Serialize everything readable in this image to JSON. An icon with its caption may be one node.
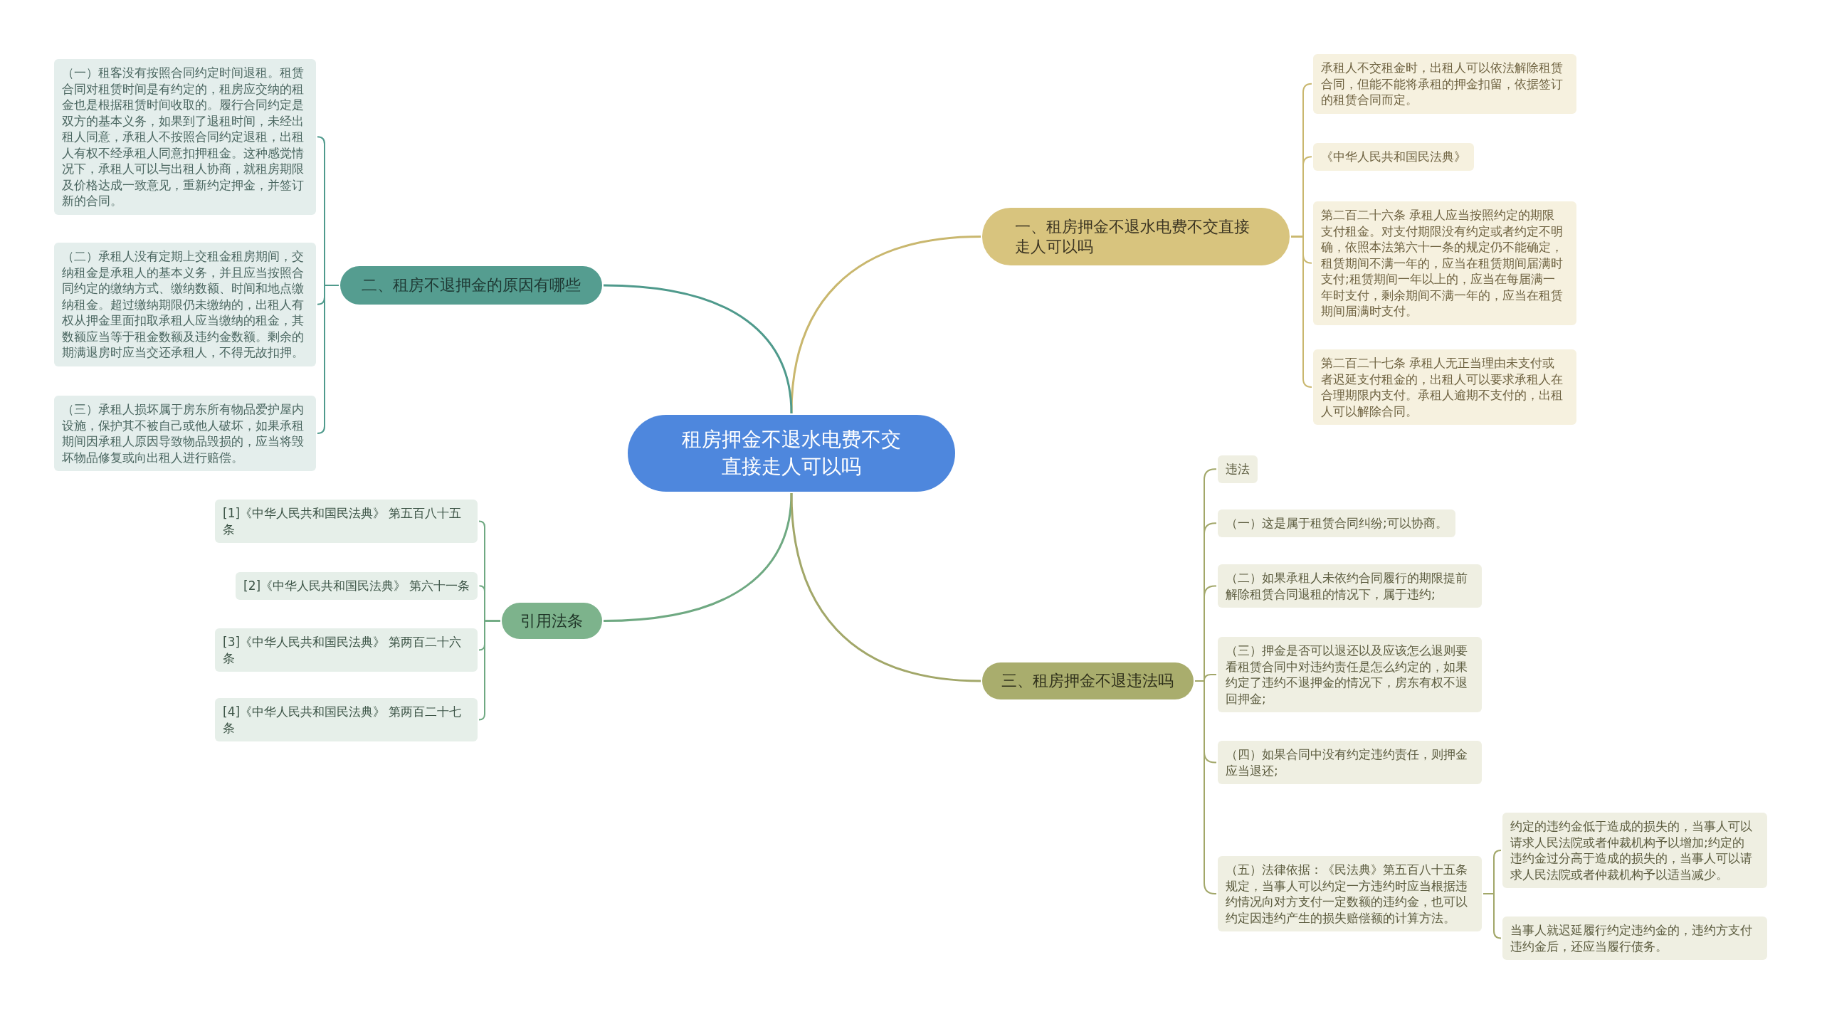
{
  "diagram": {
    "nodes": [
      {
        "text": [
          "租房押金不退水电费不交直接走人可以吗"
        ]
      },
      {
        "text": [
          "一、租房押金不退水电费不交直接走人可以吗"
        ]
      },
      {
        "text": [
          "承租人不交租金时，出租人可以依法解除租赁合同，但能不能将承租的押金扣留，依据签订的租赁合同而定。"
        ]
      },
      {
        "text": [
          "《中华人民共和国民法典》"
        ]
      },
      {
        "text": [
          "第二百二十六条 承租人应当按照约定的期限支付租金。对支付期限没有约定或者约定不明确，依照本法第六十一条的规定仍不能确定，租赁期间不满一年的，应当在租赁期间届满时支付;租赁期间一年以上的，应当在每届满一年时支付，剩余期间不满一年的，应当在租赁期间届满时支付。"
        ]
      },
      {
        "text": [
          "第二百二十七条 承租人无正当理由未支付或者迟延支付租金的，出租人可以要求承租人在合理期限内支付。承租人逾期不支付的，出租人可以解除合同。"
        ]
      },
      {
        "text": [
          "二、租房不退押金的原因有哪些"
        ]
      },
      {
        "text": [
          "（一）租客没有按照合同约定时间退租。租赁合同对租赁时间是有约定的，租房应交纳的租金也是根据租赁时间收取的。履行合同约定是双方的基本义务，如果到了退租时间，未经出租人同意，承租人不按照合同约定退租，出租人有权不经承租人同意扣押租金。这种感觉情况下，承租人可以与出租人协商，就租房期限及价格达成一致意见，重新约定押金，并签订新的合同。"
        ]
      },
      {
        "text": [
          "（二）承租人没有定期上交租金租房期间，交纳租金是承租人的基本义务，并且应当按照合同约定的缴纳方式、缴纳数额、时间和地点缴纳租金。超过缴纳期限仍未缴纳的，出租人有权从押金里面扣取承租人应当缴纳的租金，其数额应当等于租金数额及违约金数额。剩余的期满退房时应当交还承租人，不得无故扣押。"
        ]
      },
      {
        "text": [
          "（三）承租人损坏属于房东所有物品爱护屋内设施，保护其不被自己或他人破坏，如果承租期间因承租人原因导致物品毁损的，应当将毁坏物品修复或向出租人进行赔偿。"
        ]
      },
      {
        "text": [
          "引用法条"
        ]
      },
      {
        "text": [
          "[1]《中华人民共和国民法典》 第五百八十五条"
        ]
      },
      {
        "text": [
          "[2]《中华人民共和国民法典》 第六十一条"
        ]
      },
      {
        "text": [
          "[3]《中华人民共和国民法典》 第两百二十六条"
        ]
      },
      {
        "text": [
          "[4]《中华人民共和国民法典》 第两百二十七条"
        ]
      },
      {
        "text": [
          "三、租房押金不退违法吗"
        ]
      },
      {
        "text": [
          "违法"
        ]
      },
      {
        "text": [
          "（一）这是属于租赁合同纠纷;可以协商。"
        ]
      },
      {
        "text": [
          "（二）如果承租人未依约合同履行的期限提前解除租赁合同退租的情况下，属于违约;"
        ]
      },
      {
        "text": [
          "（三）押金是否可以退还以及应该怎么退则要看租赁合同中对违约责任是怎么约定的，如果约定了违约不退押金的情况下，房东有权不退回押金;"
        ]
      },
      {
        "text": [
          "（四）如果合同中没有约定违约责任，则押金应当退还;"
        ]
      },
      {
        "text": [
          "（五）法律依据：《民法典》第五百八十五条规定，当事人可以约定一方违约时应当根据违约情况向对方支付一定数额的违约金，也可以约定因违约产生的损失赔偿额的计算方法。"
        ]
      },
      {
        "text": [
          "约定的违约金低于造成的损失的，当事人可以请求人民法院或者仲裁机构予以增加;约定的违约金过分高于造成的损失的，当事人可以请求人民法院或者仲裁机构予以适当减少。"
        ]
      },
      {
        "text": [
          "当事人就迟延履行约定违约金的，违约方支付违约金后，还应当履行债务。"
        ]
      }
    ],
    "edges": [
      {
        "from": 0,
        "to": 1,
        "arrow": "none",
        "color": "#c9b76e"
      },
      {
        "from": 1,
        "to": 2,
        "arrow": "none",
        "color": "#c9b76e"
      },
      {
        "from": 1,
        "to": 3,
        "arrow": "none",
        "color": "#c9b76e"
      },
      {
        "from": 1,
        "to": 4,
        "arrow": "none",
        "color": "#c9b76e"
      },
      {
        "from": 1,
        "to": 5,
        "arrow": "none",
        "color": "#c9b76e"
      },
      {
        "from": 0,
        "to": 6,
        "arrow": "none",
        "color": "#4f9a8c"
      },
      {
        "from": 6,
        "to": 7,
        "arrow": "none",
        "color": "#4f9a8c"
      },
      {
        "from": 6,
        "to": 8,
        "arrow": "none",
        "color": "#4f9a8c"
      },
      {
        "from": 6,
        "to": 9,
        "arrow": "none",
        "color": "#4f9a8c"
      },
      {
        "from": 0,
        "to": 10,
        "arrow": "none",
        "color": "#6fa982"
      },
      {
        "from": 10,
        "to": 11,
        "arrow": "none",
        "color": "#6fa982"
      },
      {
        "from": 10,
        "to": 12,
        "arrow": "none",
        "color": "#6fa982"
      },
      {
        "from": 10,
        "to": 13,
        "arrow": "none",
        "color": "#6fa982"
      },
      {
        "from": 10,
        "to": 14,
        "arrow": "none",
        "color": "#6fa982"
      },
      {
        "from": 0,
        "to": 15,
        "arrow": "none"
      },
      {
        "from": 15,
        "to": 16,
        "arrow": "none"
      },
      {
        "from": 15,
        "to": 17,
        "arrow": "none"
      },
      {
        "from": 15,
        "to": 18,
        "arrow": "none"
      },
      {
        "from": 15,
        "to": 19,
        "arrow": "none"
      },
      {
        "from": 15,
        "to": 20,
        "arrow": "none"
      },
      {
        "from": 15,
        "to": 21,
        "arrow": "none"
      },
      {
        "from": 21,
        "to": 22,
        "arrow": "none"
      },
      {
        "from": 21,
        "to": 23,
        "arrow": "none"
      }
    ]
  }
}
